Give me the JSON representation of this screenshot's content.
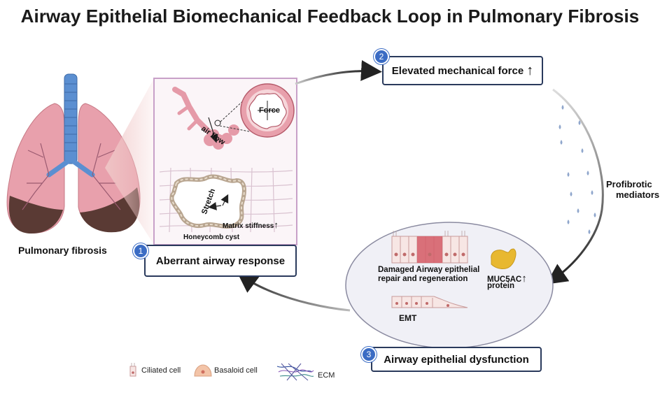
{
  "title": "Airway Epithelial Biomechanical Feedback Loop in Pulmonary Fibrosis",
  "lung_label": "Pulmonary fibrosis",
  "steps": [
    {
      "number": "1",
      "label": "Aberrant airway response"
    },
    {
      "number": "2",
      "label": "Elevated mechanical force"
    },
    {
      "number": "3",
      "label": "Airway epithelial dysfunction"
    }
  ],
  "up_arrow": "↑",
  "inset": {
    "force": "Force",
    "air_flow": "air flow",
    "stretch": "Stretch",
    "matrix_stiffness": "Matrix stiffness",
    "honeycomb": "Honeycomb cyst"
  },
  "mediators": [
    "Profibrotic",
    "mediators"
  ],
  "dysfunction": {
    "damaged": [
      "Damaged Airway epithelial",
      "repair and regeneration"
    ],
    "muc5ac": [
      "MUC5AC",
      "protein"
    ],
    "emt": "EMT"
  },
  "legend": {
    "ciliated": "Ciliated cell",
    "basaloid": "Basaloid cell",
    "ecm": "ECM"
  },
  "colors": {
    "badge": "#3b6cc4",
    "box_border": "#2a3a5c",
    "trachea": "#5b8fd1",
    "lung": "#e8a0ac",
    "inset_border": "#c8a0c8",
    "droplet": "#8fa6cc",
    "oval_fill": "#f0f0f6"
  }
}
